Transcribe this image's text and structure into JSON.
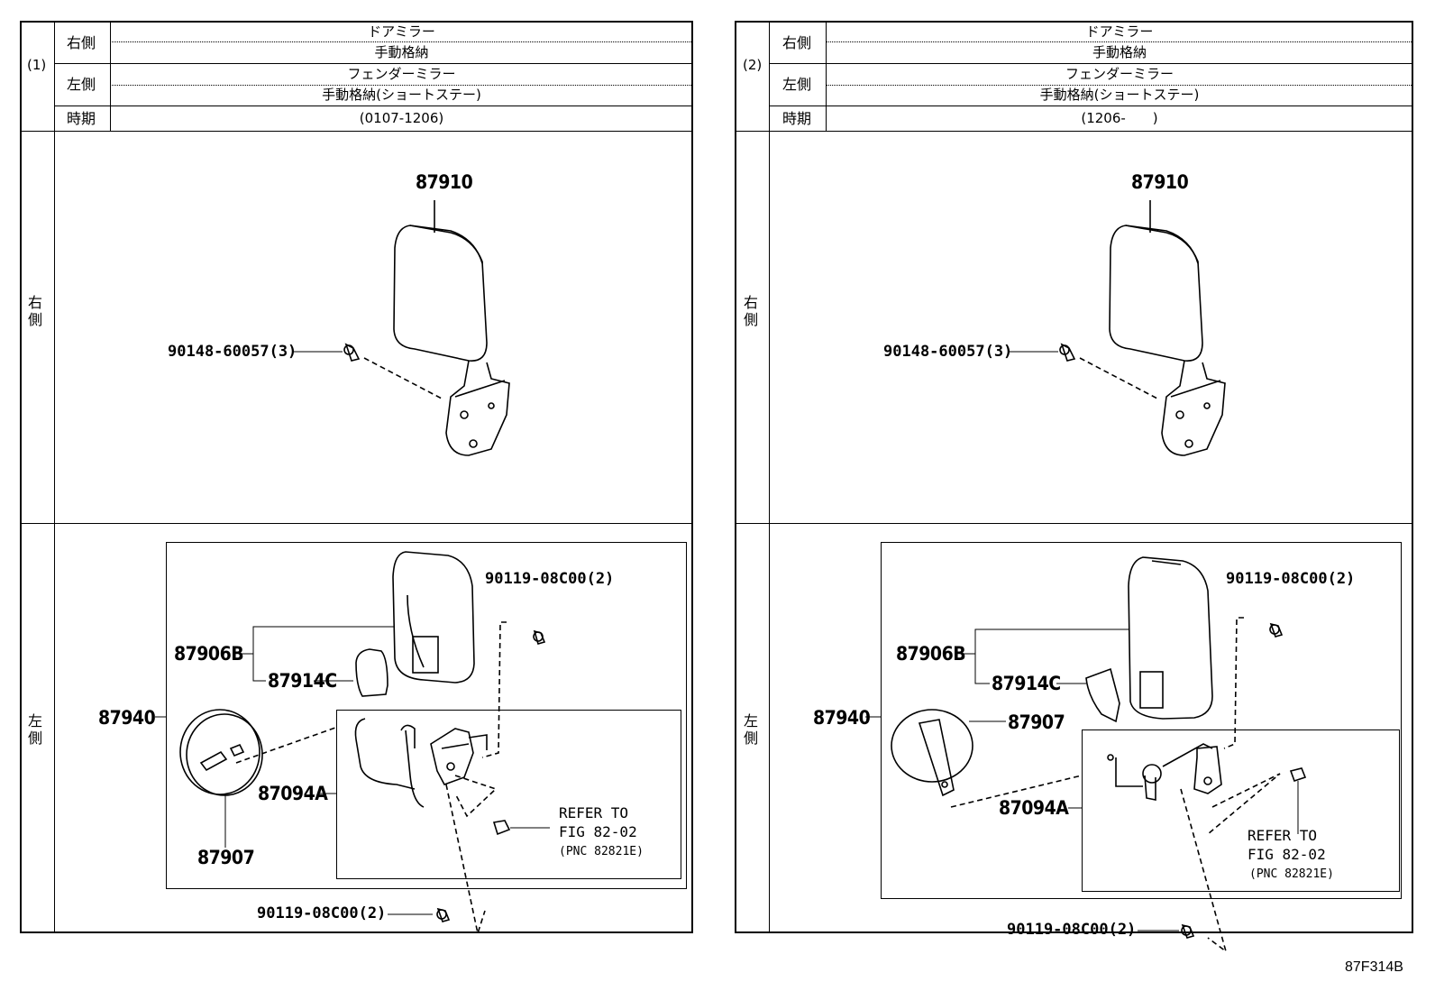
{
  "panels": [
    {
      "index": "(1)",
      "header": {
        "right_label": "右側",
        "right_line1": "ドアミラー",
        "right_line2": "手動格納",
        "left_label": "左側",
        "left_line1": "フェンダーミラー",
        "left_line2": "手動格納(ショートステー)",
        "period_label": "時期",
        "period_value": "(0107-1206)"
      },
      "section_right_label": "右側",
      "section_left_label": "左側",
      "right_parts": {
        "mirror": "87910",
        "screw": "90148-60057(3)"
      },
      "left_parts": {
        "assembly": "87940",
        "mirror_sub": "87906B",
        "cover": "87914C",
        "glass": "87907",
        "bracket": "87094A",
        "screw_top": "90119-08C00(2)",
        "screw_bottom": "90119-08C00(2)",
        "refer_line1": "REFER TO",
        "refer_line2": "FIG 82-02",
        "refer_line3": "(PNC 82821E)"
      }
    },
    {
      "index": "(2)",
      "header": {
        "right_label": "右側",
        "right_line1": "ドアミラー",
        "right_line2": "手動格納",
        "left_label": "左側",
        "left_line1": "フェンダーミラー",
        "left_line2": "手動格納(ショートステー)",
        "period_label": "時期",
        "period_value": "(1206-　　)"
      },
      "section_right_label": "右側",
      "section_left_label": "左側",
      "right_parts": {
        "mirror": "87910",
        "screw": "90148-60057(3)"
      },
      "left_parts": {
        "assembly": "87940",
        "mirror_sub": "87906B",
        "cover": "87914C",
        "glass": "87907",
        "bracket": "87094A",
        "screw_top": "90119-08C00(2)",
        "screw_bottom": "90119-08C00(2)",
        "refer_line1": "REFER TO",
        "refer_line2": "FIG 82-02",
        "refer_line3": "(PNC 82821E)"
      }
    }
  ],
  "figure_id": "87F314B"
}
